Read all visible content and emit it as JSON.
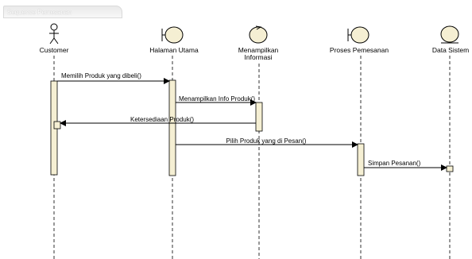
{
  "diagram": {
    "title": "Sequence Pemesanan",
    "participants": [
      {
        "name": "Customer",
        "kind": "actor"
      },
      {
        "name": "Halaman Utama",
        "kind": "boundary"
      },
      {
        "name": "Menampilkan",
        "name_line2": "Informasi",
        "kind": "control"
      },
      {
        "name": "Proses Pemesanan",
        "kind": "boundary"
      },
      {
        "name": "Data Sistem",
        "kind": "entity"
      }
    ],
    "messages": [
      {
        "label": "Memilih Produk yang dibeli()",
        "from": "Customer",
        "to": "Halaman Utama"
      },
      {
        "label": "Menampilkan Info Produk()",
        "from": "Halaman Utama",
        "to": "Menampilkan Informasi"
      },
      {
        "label": "Ketersediaan Produk()",
        "from": "Menampilkan Informasi",
        "to": "Customer"
      },
      {
        "label": "Pilih Produk yang di Pesan()",
        "from": "Halaman Utama",
        "to": "Proses Pemesanan"
      },
      {
        "label": "Simpan Pesanan()",
        "from": "Proses Pemesanan",
        "to": "Data Sistem"
      }
    ]
  }
}
